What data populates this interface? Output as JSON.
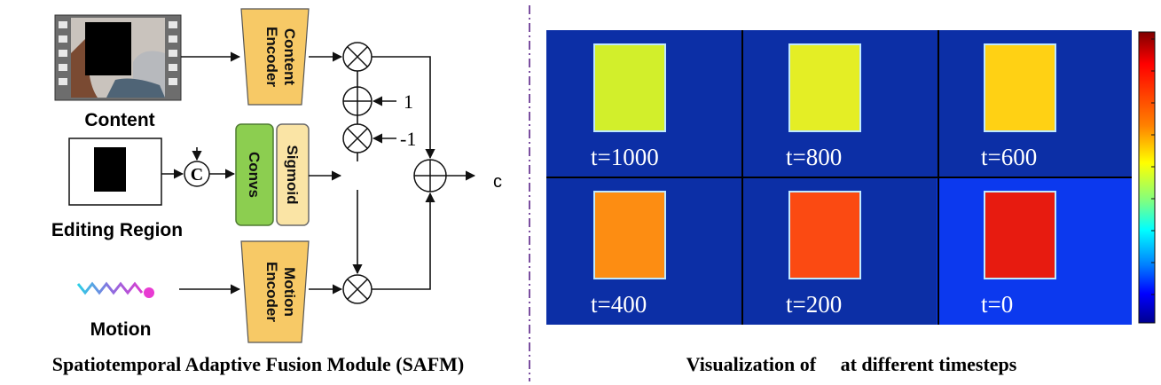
{
  "left_panel": {
    "inputs": {
      "content_label": "Content",
      "editing_label": "Editing Region",
      "motion_label": "Motion"
    },
    "modules": {
      "content_encoder": [
        "Content",
        "Encoder"
      ],
      "motion_encoder": [
        "Motion",
        "Encoder"
      ],
      "convs": "Convs",
      "sigmoid": "Sigmoid",
      "concat_symbol": "C"
    },
    "constants": {
      "plus_one": "1",
      "minus_one": "-1"
    },
    "output_label": "c",
    "caption": "Spatiotemporal Adaptive Fusion Module (SAFM)"
  },
  "right_panel": {
    "caption": "Visualization of     at different timesteps",
    "panels": [
      {
        "t": "t=1000",
        "color": "#d2ef2b",
        "bg": "#0c2fa6"
      },
      {
        "t": "t=800",
        "color": "#e4ee25",
        "bg": "#0c2fa6"
      },
      {
        "t": "t=600",
        "color": "#ffd114",
        "bg": "#0c2fa6"
      },
      {
        "t": "t=400",
        "color": "#fd8d12",
        "bg": "#0c2fa6"
      },
      {
        "t": "t=200",
        "color": "#fb4a12",
        "bg": "#0c2fa6"
      },
      {
        "t": "t=0",
        "color": "#e71b10",
        "bg": "#0c39ee"
      }
    ],
    "colorbar": {
      "colormap": "jet",
      "stops": [
        "#7f0000",
        "#ff0000",
        "#ff7f00",
        "#ffff00",
        "#7fff7f",
        "#00ffff",
        "#007fff",
        "#0000ff",
        "#00008f"
      ]
    }
  },
  "colors": {
    "encoder_fill": "#f7c966",
    "convs_fill": "#8cce50",
    "sigmoid_fill": "#fae4a5",
    "divider": "#7b4fa0"
  }
}
